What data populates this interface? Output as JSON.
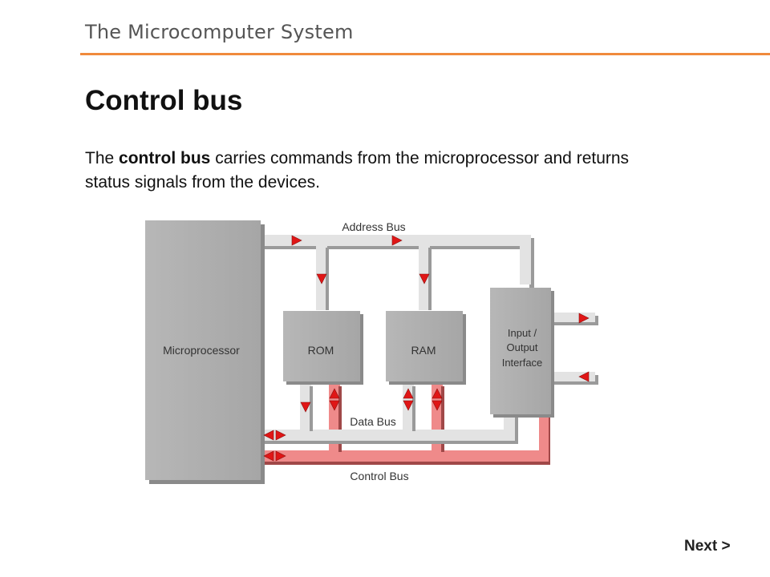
{
  "header": {
    "title": "The Microcomputer System"
  },
  "slide": {
    "title": "Control bus",
    "body_prefix": "The ",
    "body_bold": "control bus",
    "body_suffix": " carries commands from the microprocessor and returns status signals from the devices."
  },
  "diagram": {
    "address_bus_label": "Address Bus",
    "data_bus_label": "Data Bus",
    "control_bus_label": "Control Bus",
    "microprocessor_label": "Microprocessor",
    "rom_label": "ROM",
    "ram_label": "RAM",
    "io_label_line1": "Input /",
    "io_label_line2": "Output",
    "io_label_line3": "Interface",
    "colors": {
      "bus_gray": "#e3e3e3",
      "bus_red": "#ef8a8a",
      "arrow_red": "#e01616",
      "block_gray": "#b2b2b2",
      "accent_orange": "#f08a3c"
    }
  },
  "navigation": {
    "next_label": "Next >"
  }
}
